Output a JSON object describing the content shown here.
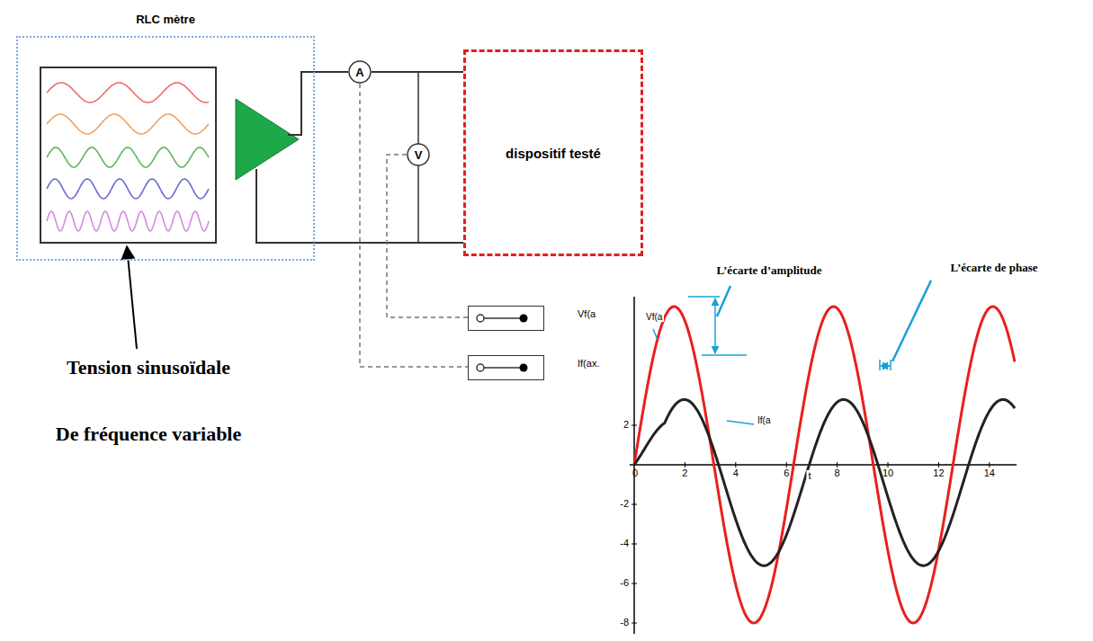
{
  "diagram": {
    "nodes": [
      {
        "text": [
          "RLC mètre"
        ]
      },
      {
        "text": [
          "A"
        ]
      },
      {
        "text": [
          "V"
        ]
      },
      {
        "text": [
          "dispositif testé"
        ]
      },
      {
        "text": [
          "Vf(a"
        ]
      },
      {
        "text": [
          "If(ax."
        ]
      }
    ],
    "edges": [
      {
        "from": 0,
        "to": 1,
        "arrow": "none"
      },
      {
        "from": 1,
        "to": 3,
        "arrow": "none"
      },
      {
        "from": 2,
        "to": 4,
        "arrow": "none"
      },
      {
        "from": 1,
        "to": 5,
        "arrow": "none"
      }
    ],
    "labels": [
      "Tension sinusoïdale",
      "De fréquence variable",
      "Vf(a",
      "L’écarte d’amplitude",
      "L’écarte de phase",
      "If(a",
      "t",
      "0",
      "2",
      "4",
      "6",
      "8",
      "10",
      "12",
      "14",
      "2",
      "-2",
      "-4",
      "-6",
      "-8"
    ]
  }
}
